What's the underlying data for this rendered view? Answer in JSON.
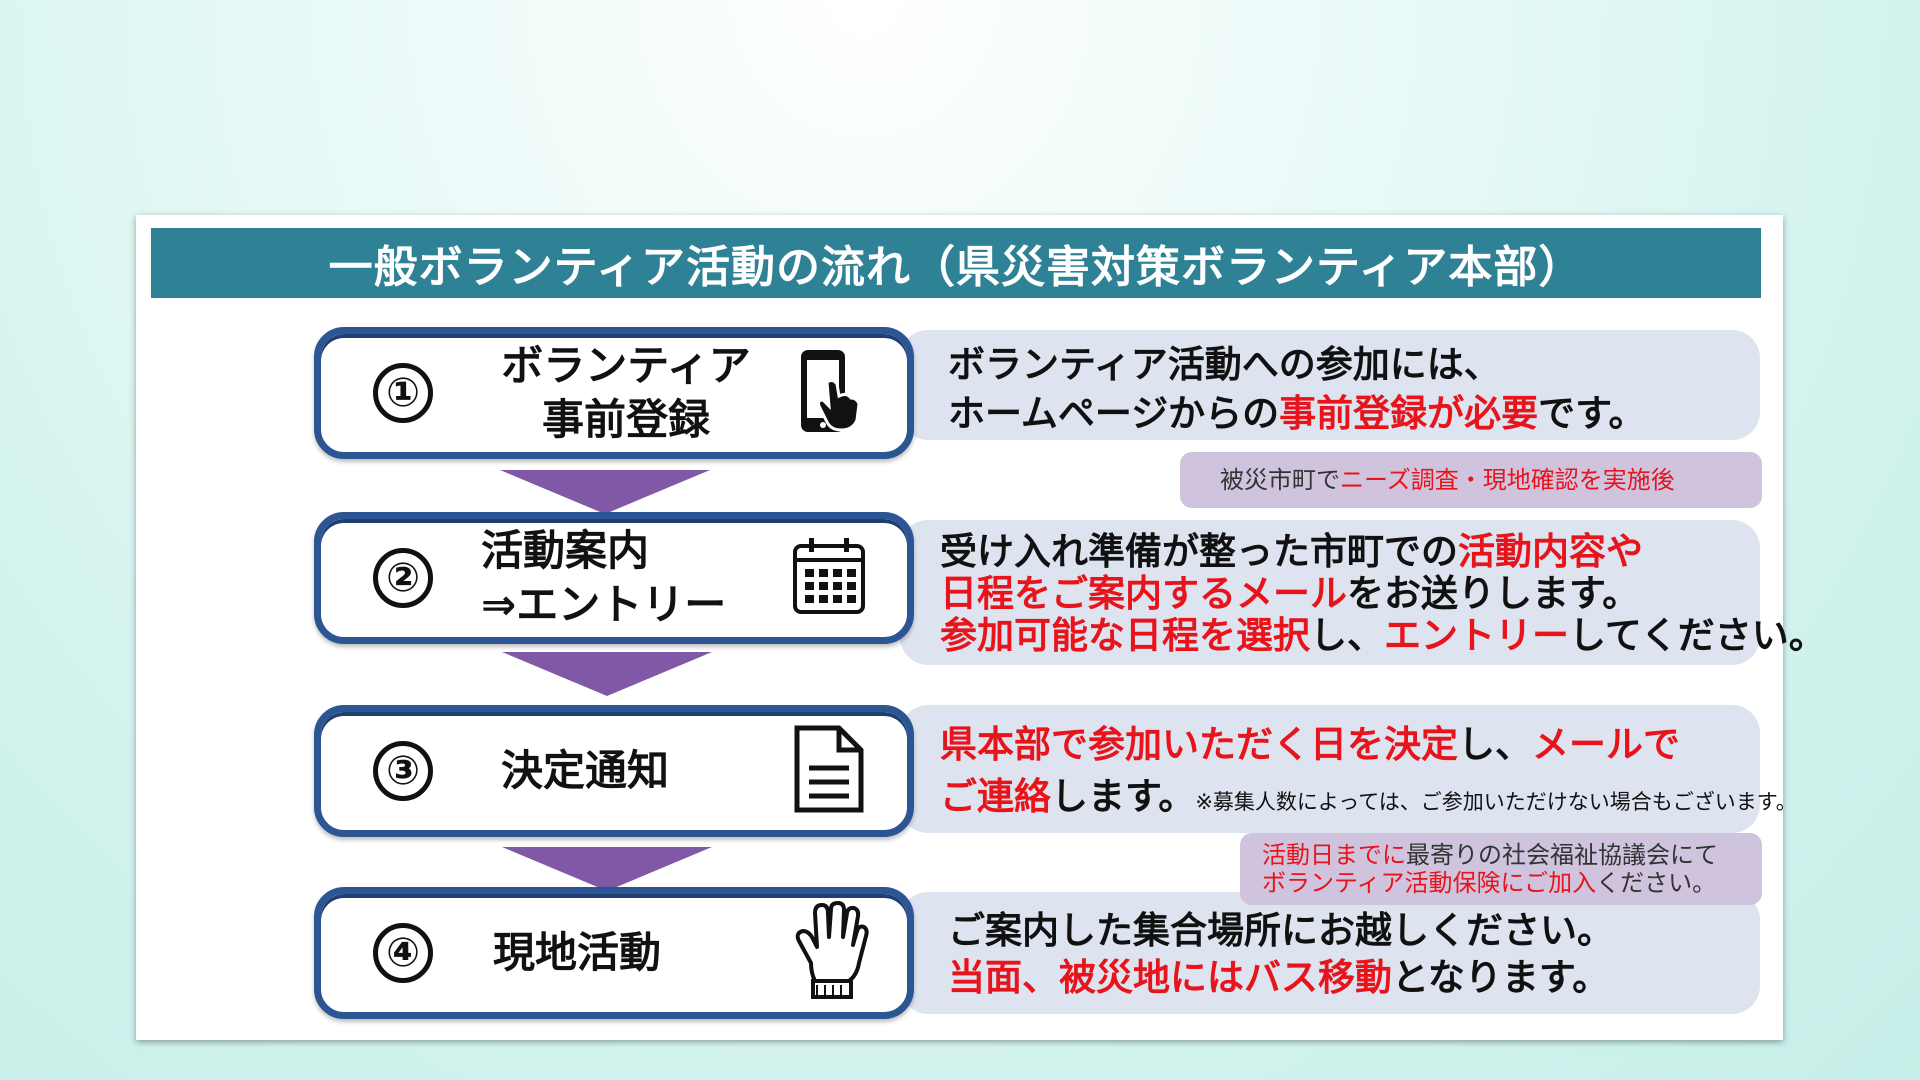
{
  "title": "一般ボランティア活動の流れ（県災害対策ボランティア本部）",
  "steps": [
    {
      "number": "①",
      "label_line1": "ボランティア",
      "label_line2": "事前登録",
      "icon": "smartphone-tap-icon",
      "desc": {
        "line1": "ボランティア活動への参加には、",
        "line2_a": "ホームページからの",
        "line2_b": "事前登録が必要",
        "line2_c": "です。"
      }
    },
    {
      "number": "②",
      "label_line1": "活動案内",
      "label_line2": "⇒エントリー",
      "icon": "calendar-icon",
      "desc": {
        "line1_a": "受け入れ準備が整った市町での",
        "line1_b": "活動内容や",
        "line2_a": "日程をご案内するメール",
        "line2_b": "をお送りします。",
        "line3_a": "参加可能な日程を選択",
        "line3_b": "し、",
        "line3_c": "エントリー",
        "line3_d": "してください。"
      }
    },
    {
      "number": "③",
      "label_line1": "決定通知",
      "icon": "document-icon",
      "desc": {
        "line1_a": "県本部で参加いただく日を決定",
        "line1_b": "し、",
        "line1_c": "メールで",
        "line2_a": "ご連絡",
        "line2_b": "します。",
        "line2_note": "※募集人数によっては、ご参加いただけない場合もございます。"
      }
    },
    {
      "number": "④",
      "label_line1": "現地活動",
      "icon": "glove-icon",
      "desc": {
        "line1": "ご案内した集合場所にお越しください。",
        "line2_a": "当面、被災地にはバス移動",
        "line2_b": "となります。"
      }
    }
  ],
  "notes": {
    "note1_a": "被災市町で",
    "note1_b": "ニーズ調査・現地確認を実施後",
    "note2_line1_a": "活動日までに",
    "note2_line1_b": "最寄りの社会福祉協議会にて",
    "note2_line2_a": "ボランティア活動保険にご加入",
    "note2_line2_b": "ください。"
  },
  "colors": {
    "title_bar": "#2f8295",
    "pill_border": "#2c5594",
    "arrow": "#7f58a6",
    "highlight_red": "#e8141c",
    "desc_bg": "#dde4f0",
    "note_bg": "#cfc3dd"
  }
}
